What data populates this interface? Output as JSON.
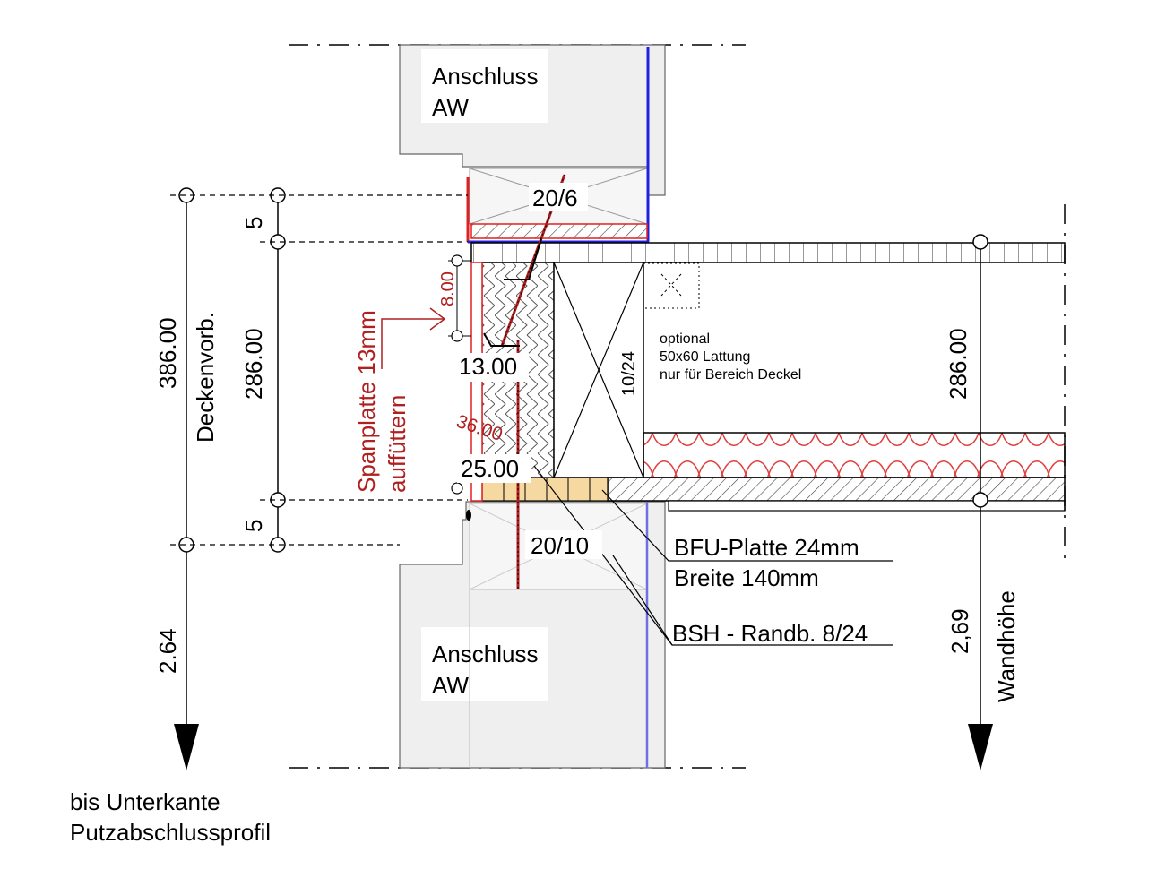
{
  "labels": {
    "anschluss_top_line1": "Anschluss",
    "anschluss_top_line2": "AW",
    "anschluss_bottom_line1": "Anschluss",
    "anschluss_bottom_line2": "AW",
    "timber_top": "20/6",
    "timber_bottom": "20/10",
    "beam_section": "10/24",
    "optional_note_line1": "optional",
    "optional_note_line2": "50x60 Lattung",
    "optional_note_line3": "nur für Bereich Deckel",
    "spanplatte_line1": "Spanplatte 13mm",
    "spanplatte_line2": "auffüttern",
    "bfu_line1": "BFU-Platte 24mm",
    "bfu_line2": "Breite 140mm",
    "bsh": "BSH - Randb. 8/24",
    "deckenvorb": "Deckenvorb.",
    "wandhoehe": "Wandhöhe",
    "bottom_note_line1": "bis Unterkante",
    "bottom_note_line2": "Putzabschlussprofil"
  },
  "dimensions": {
    "total_height": "386.00",
    "ceiling_height": "286.00",
    "right_height": "286.00",
    "top_offset": "5",
    "bottom_offset": "5",
    "left_lower": "2.64",
    "right_lower": "2,69",
    "screw_13": "13.00",
    "screw_25": "25.00",
    "angle_36": "36.00",
    "gap_8": "8.00"
  },
  "colors": {
    "red_line": "#e02020",
    "blue_line": "#2020e0",
    "insulation": "#e04040",
    "bfu_fill": "#f5d9a0",
    "wall_fill": "#efefef",
    "dark_red_text": "#b02020"
  }
}
